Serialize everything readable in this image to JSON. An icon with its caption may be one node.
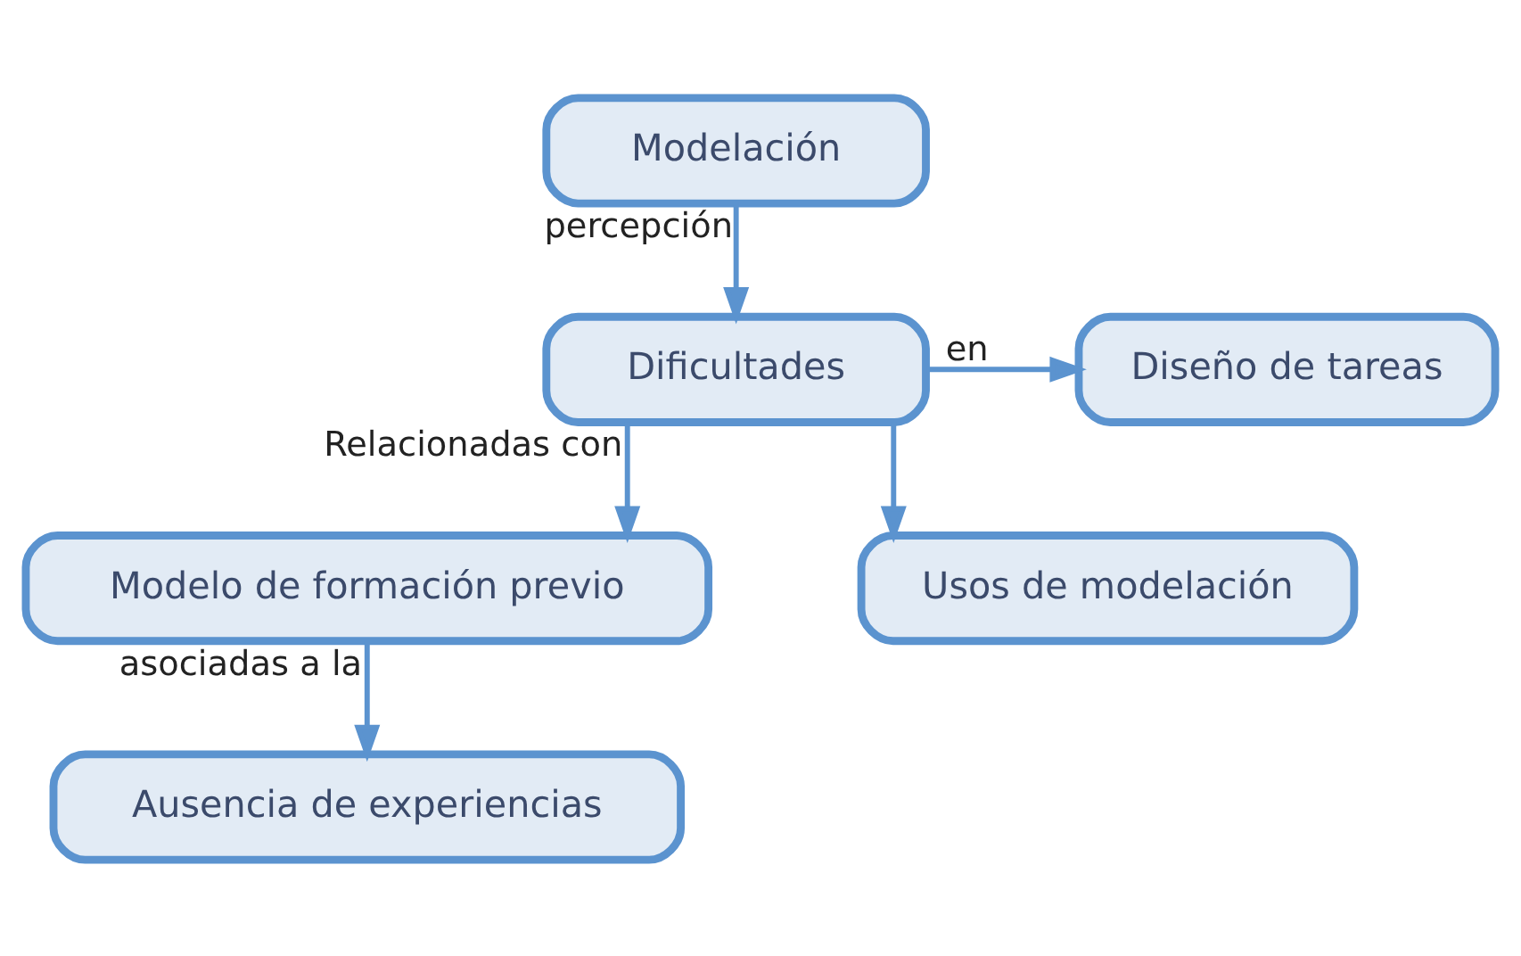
{
  "diagram": {
    "nodes": [
      {
        "text": [
          "Modelación"
        ]
      },
      {
        "text": [
          "Dificultades"
        ]
      },
      {
        "text": [
          "Diseño de tareas"
        ]
      },
      {
        "text": [
          "Modelo de formación previo"
        ]
      },
      {
        "text": [
          "Usos de modelación"
        ]
      },
      {
        "text": [
          "Ausencia de experiencias"
        ]
      }
    ],
    "edges": [
      {
        "from": 0,
        "to": 1,
        "arrow": "to",
        "label": "percepción"
      },
      {
        "from": 1,
        "to": 2,
        "arrow": "to",
        "label": "en"
      },
      {
        "from": 1,
        "to": 3,
        "arrow": "to",
        "label": "Relacionadas con"
      },
      {
        "from": 1,
        "to": 4,
        "arrow": "to"
      },
      {
        "from": 3,
        "to": 5,
        "arrow": "to",
        "label": "asociadas a la"
      }
    ]
  }
}
